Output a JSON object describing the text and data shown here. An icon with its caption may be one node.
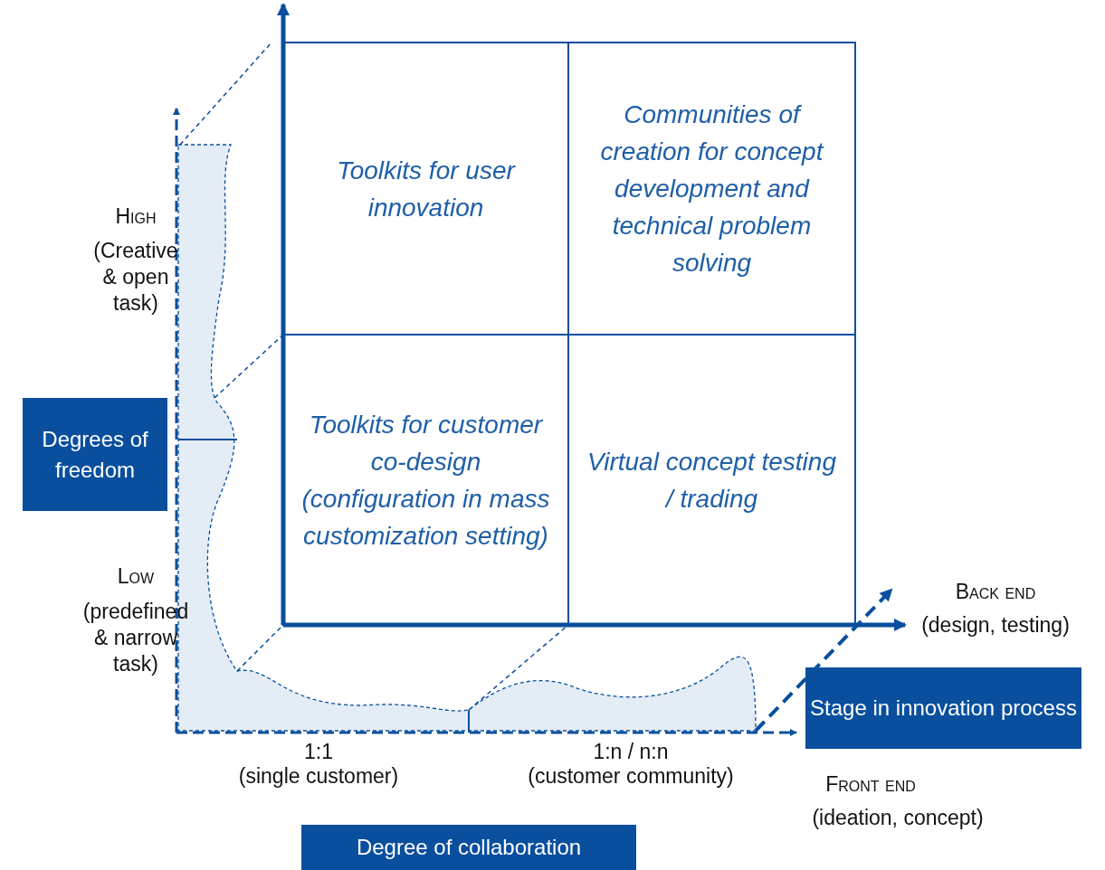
{
  "diagram": {
    "nodes": [
      {
        "text": [
          "Toolkits for user innovation"
        ]
      },
      {
        "text": [
          "Communities of creation for concept development and technical problem solving"
        ]
      },
      {
        "text": [
          "Toolkits for customer co-design (configuration in mass customization setting)"
        ]
      },
      {
        "text": [
          "Virtual concept testing / trading"
        ]
      }
    ],
    "edges": [],
    "labels": [
      "High",
      "(Creative & open task)",
      "Degrees of freedom",
      "Low",
      "(predefined & narrow task)",
      "Back end",
      "(design, testing)",
      "Stage in innovation process",
      "1:1",
      "(single customer)",
      "1:n / n:n",
      "(customer community)",
      "Front end",
      "(ideation, concept)",
      "Degree of collaboration"
    ]
  }
}
